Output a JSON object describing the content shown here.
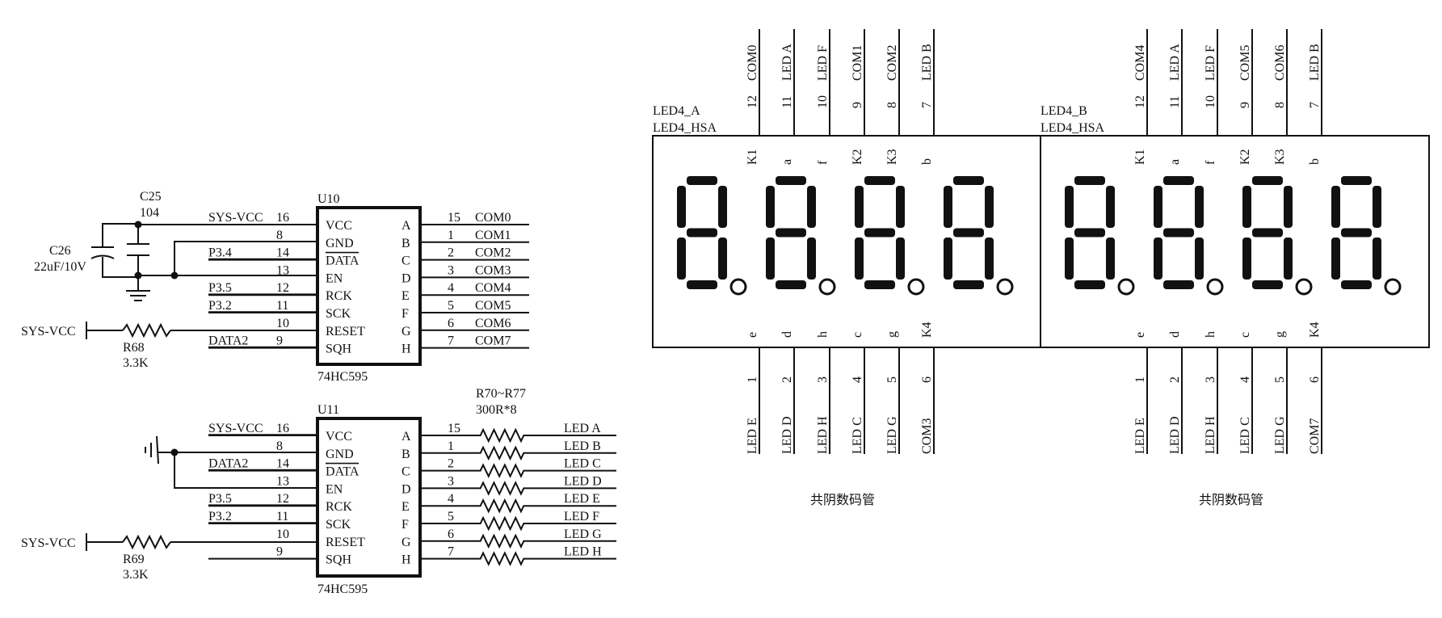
{
  "u10": {
    "ref": "U10",
    "part": "74HC595",
    "left_pins": [
      {
        "num": "16",
        "name": "VCC",
        "net": "SYS-VCC"
      },
      {
        "num": "8",
        "name": "GND",
        "net": ""
      },
      {
        "num": "14",
        "name": "DATA",
        "net": "P3.4"
      },
      {
        "num": "13",
        "name": "EN",
        "net": ""
      },
      {
        "num": "12",
        "name": "RCK",
        "net": "P3.5"
      },
      {
        "num": "11",
        "name": "SCK",
        "net": "P3.2"
      },
      {
        "num": "10",
        "name": "RESET",
        "net": ""
      },
      {
        "num": "9",
        "name": "SQH",
        "net": "DATA2"
      }
    ],
    "right_pins": [
      {
        "num": "15",
        "name": "A",
        "net": "COM0"
      },
      {
        "num": "1",
        "name": "B",
        "net": "COM1"
      },
      {
        "num": "2",
        "name": "C",
        "net": "COM2"
      },
      {
        "num": "3",
        "name": "D",
        "net": "COM3"
      },
      {
        "num": "4",
        "name": "E",
        "net": "COM4"
      },
      {
        "num": "5",
        "name": "F",
        "net": "COM5"
      },
      {
        "num": "6",
        "name": "G",
        "net": "COM6"
      },
      {
        "num": "7",
        "name": "H",
        "net": "COM7"
      }
    ]
  },
  "u11": {
    "ref": "U11",
    "part": "74HC595",
    "left_pins": [
      {
        "num": "16",
        "name": "VCC",
        "net": "SYS-VCC"
      },
      {
        "num": "8",
        "name": "GND",
        "net": ""
      },
      {
        "num": "14",
        "name": "DATA",
        "net": "DATA2"
      },
      {
        "num": "13",
        "name": "EN",
        "net": ""
      },
      {
        "num": "12",
        "name": "RCK",
        "net": "P3.5"
      },
      {
        "num": "11",
        "name": "SCK",
        "net": "P3.2"
      },
      {
        "num": "10",
        "name": "RESET",
        "net": ""
      },
      {
        "num": "9",
        "name": "SQH",
        "net": ""
      }
    ],
    "right_pins": [
      {
        "num": "15",
        "name": "A",
        "net": "LED A"
      },
      {
        "num": "1",
        "name": "B",
        "net": "LED B"
      },
      {
        "num": "2",
        "name": "C",
        "net": "LED C"
      },
      {
        "num": "3",
        "name": "D",
        "net": "LED D"
      },
      {
        "num": "4",
        "name": "E",
        "net": "LED E"
      },
      {
        "num": "5",
        "name": "F",
        "net": "LED F"
      },
      {
        "num": "6",
        "name": "G",
        "net": "LED G"
      },
      {
        "num": "7",
        "name": "H",
        "net": "LED H"
      }
    ]
  },
  "caps": {
    "c25": {
      "ref": "C25",
      "value": "104"
    },
    "c26": {
      "ref": "C26",
      "value": "22uF/10V"
    }
  },
  "res": {
    "r68": {
      "ref": "R68",
      "value": "3.3K",
      "net": "SYS-VCC"
    },
    "r69": {
      "ref": "R69",
      "value": "3.3K",
      "net": "SYS-VCC"
    },
    "r70": {
      "ref": "R70~R77",
      "value": "300R*8"
    }
  },
  "displays": [
    {
      "ref": "LED4_A",
      "part": "LED4_HSA",
      "caption": "共阴数码管",
      "top_pins": [
        {
          "num": "12",
          "net": "COM0",
          "inner": "K1"
        },
        {
          "num": "11",
          "net": "LED A",
          "inner": "a"
        },
        {
          "num": "10",
          "net": "LED F",
          "inner": "f"
        },
        {
          "num": "9",
          "net": "COM1",
          "inner": "K2"
        },
        {
          "num": "8",
          "net": "COM2",
          "inner": "K3"
        },
        {
          "num": "7",
          "net": "LED B",
          "inner": "b"
        }
      ],
      "bottom_pins": [
        {
          "num": "1",
          "net": "LED E",
          "inner": "e"
        },
        {
          "num": "2",
          "net": "LED D",
          "inner": "d"
        },
        {
          "num": "3",
          "net": "LED H",
          "inner": "h"
        },
        {
          "num": "4",
          "net": "LED C",
          "inner": "c"
        },
        {
          "num": "5",
          "net": "LED G",
          "inner": "g"
        },
        {
          "num": "6",
          "net": "COM3",
          "inner": "K4"
        }
      ]
    },
    {
      "ref": "LED4_B",
      "part": "LED4_HSA",
      "caption": "共阴数码管",
      "top_pins": [
        {
          "num": "12",
          "net": "COM4",
          "inner": "K1"
        },
        {
          "num": "11",
          "net": "LED A",
          "inner": "a"
        },
        {
          "num": "10",
          "net": "LED F",
          "inner": "f"
        },
        {
          "num": "9",
          "net": "COM5",
          "inner": "K2"
        },
        {
          "num": "8",
          "net": "COM6",
          "inner": "K3"
        },
        {
          "num": "7",
          "net": "LED B",
          "inner": "b"
        }
      ],
      "bottom_pins": [
        {
          "num": "1",
          "net": "LED E",
          "inner": "e"
        },
        {
          "num": "2",
          "net": "LED D",
          "inner": "d"
        },
        {
          "num": "3",
          "net": "LED H",
          "inner": "h"
        },
        {
          "num": "4",
          "net": "LED C",
          "inner": "c"
        },
        {
          "num": "5",
          "net": "LED G",
          "inner": "g"
        },
        {
          "num": "6",
          "net": "COM7",
          "inner": "K4"
        }
      ]
    }
  ]
}
